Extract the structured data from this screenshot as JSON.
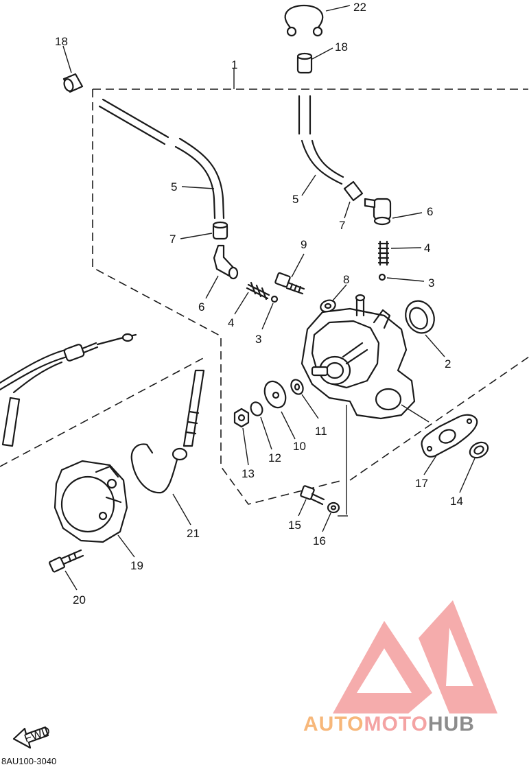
{
  "diagram": {
    "callouts": [
      {
        "id": "c22",
        "text": "22"
      },
      {
        "id": "c18a",
        "text": "18"
      },
      {
        "id": "c18b",
        "text": "18"
      },
      {
        "id": "c1",
        "text": "1"
      },
      {
        "id": "c5a",
        "text": "5"
      },
      {
        "id": "c5b",
        "text": "5"
      },
      {
        "id": "c7a",
        "text": "7"
      },
      {
        "id": "c7b",
        "text": "7"
      },
      {
        "id": "c6a",
        "text": "6"
      },
      {
        "id": "c6b",
        "text": "6"
      },
      {
        "id": "c4a",
        "text": "4"
      },
      {
        "id": "c4b",
        "text": "4"
      },
      {
        "id": "c3a",
        "text": "3"
      },
      {
        "id": "c3b",
        "text": "3"
      },
      {
        "id": "c9",
        "text": "9"
      },
      {
        "id": "c8",
        "text": "8"
      },
      {
        "id": "c2",
        "text": "2"
      },
      {
        "id": "c10",
        "text": "10"
      },
      {
        "id": "c11",
        "text": "11"
      },
      {
        "id": "c12",
        "text": "12"
      },
      {
        "id": "c13",
        "text": "13"
      },
      {
        "id": "c17",
        "text": "17"
      },
      {
        "id": "c14",
        "text": "14"
      },
      {
        "id": "c15",
        "text": "15"
      },
      {
        "id": "c16",
        "text": "16"
      },
      {
        "id": "c19",
        "text": "19"
      },
      {
        "id": "c20",
        "text": "20"
      },
      {
        "id": "c21",
        "text": "21"
      }
    ],
    "fwd_label": "FWD",
    "diagram_code": "8AU100-3040"
  },
  "watermark": {
    "part1": "AUTO",
    "part2": "MOTO",
    "part3": "HUB",
    "color_logo": "#f4a3a3",
    "color_auto": "#f7b77a",
    "color_moto": "#f4a3a3",
    "color_hub": "#8c8c8c"
  }
}
